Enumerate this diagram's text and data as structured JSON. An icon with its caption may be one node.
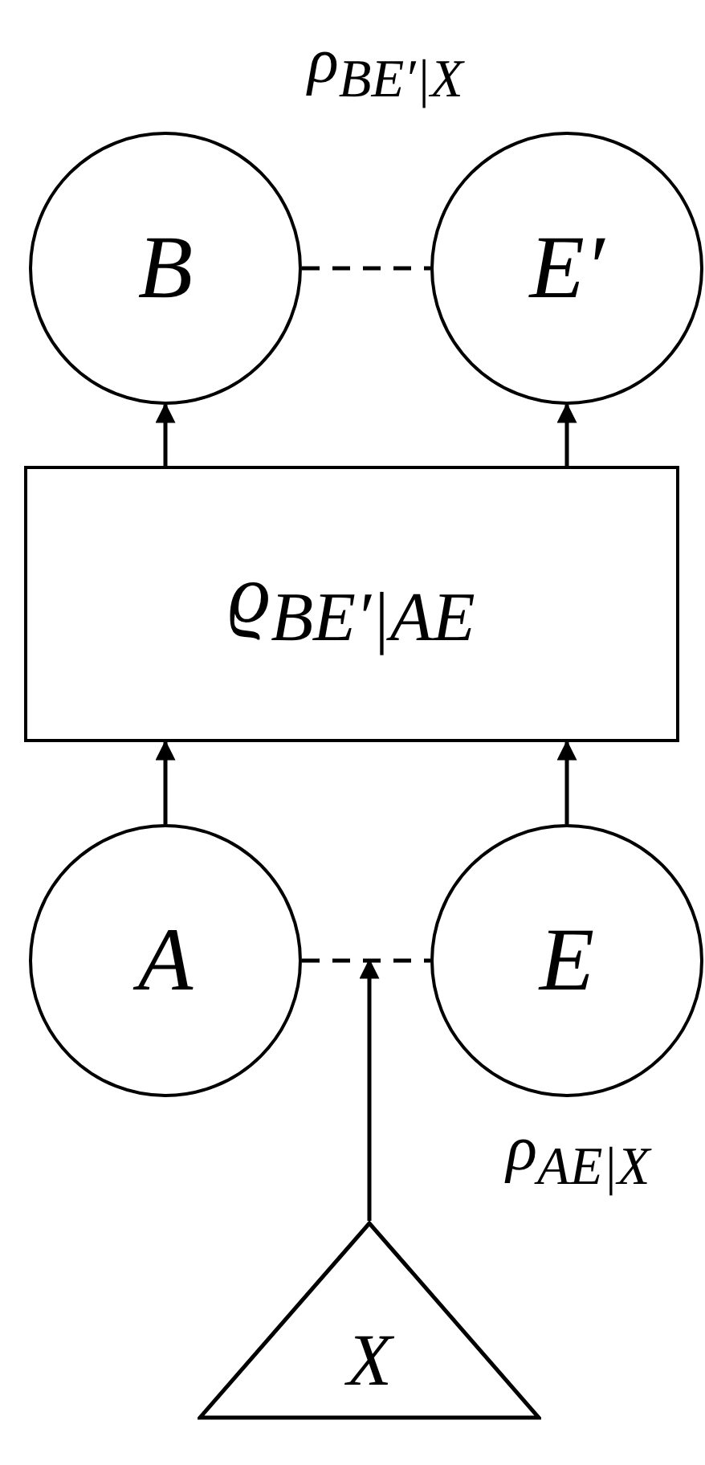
{
  "diagram": {
    "nodes": [
      {
        "text": [
          "B"
        ]
      },
      {
        "text": [
          "E′"
        ]
      },
      {
        "text": [
          "ϱ$_{BE′|AE}$"
        ]
      },
      {
        "text": [
          "A"
        ]
      },
      {
        "text": [
          "E"
        ]
      },
      {
        "text": [
          "X"
        ]
      }
    ],
    "edges": [
      {
        "from": 0,
        "to": 1,
        "arrow": "none",
        "style": "dashed"
      },
      {
        "from": 2,
        "to": 0,
        "arrow": "to"
      },
      {
        "from": 2,
        "to": 1,
        "arrow": "to"
      },
      {
        "from": 3,
        "to": 2,
        "arrow": "to"
      },
      {
        "from": 4,
        "to": 2,
        "arrow": "to"
      },
      {
        "from": 3,
        "to": 4,
        "arrow": "none",
        "style": "dashed"
      },
      {
        "from": 5,
        "to": null,
        "arrow": "to"
      }
    ],
    "labels": [
      "ρ$_{BE′|X}$",
      "ρ$_{AE|X}$"
    ]
  }
}
